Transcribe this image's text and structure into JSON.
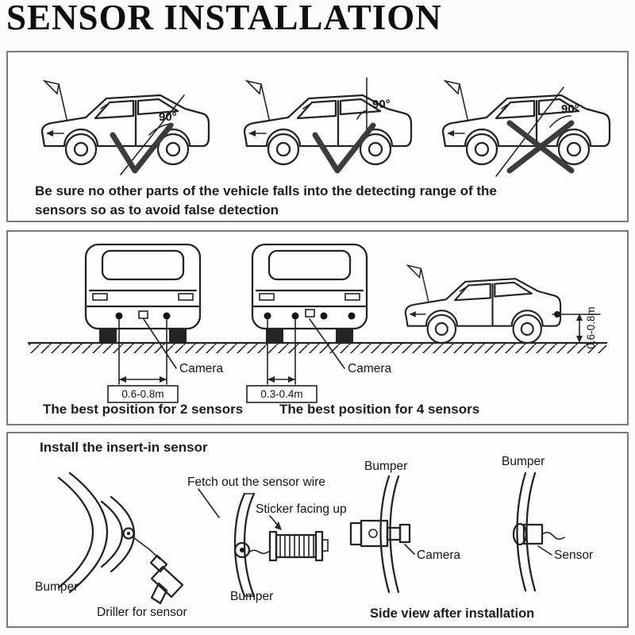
{
  "colors": {
    "ink": "#1a1a1a",
    "panel_border": "#787878",
    "background": "#fbfbfb"
  },
  "title": "SENSOR INSTALLATION",
  "panel1": {
    "angle_label": "90°",
    "caption_line1": "Be sure no other parts of the vehicle falls into the detecting range of the",
    "caption_line2": "sensors so as to avoid false detection"
  },
  "panel2": {
    "dim_two_sensor": "0.6-0.8m",
    "dim_four_sensor": "0.3-0.4m",
    "camera_label": "Camera",
    "height_dim": "0.6-0.8m",
    "caption_two": "The best position for 2 sensors",
    "caption_four": "The best position for 4 sensors"
  },
  "panel3": {
    "heading": "Install the insert-in sensor",
    "fetch_wire_label": "Fetch out the sensor wire",
    "sticker_label": "Sticker facing up",
    "bumper_label": "Bumper",
    "driller_label": "Driller for sensor",
    "camera_label": "Camera",
    "sensor_label": "Sensor",
    "side_view_caption": "Side view after installation"
  }
}
